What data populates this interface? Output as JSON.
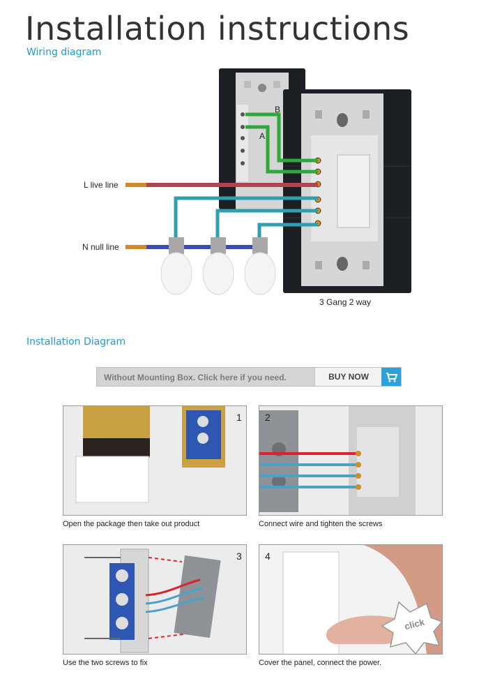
{
  "header": {
    "title": "Installation instructions",
    "subtitle": "Wiring diagram"
  },
  "wiring": {
    "live_label": "L live line",
    "null_label": "N null line",
    "wire_a": "A",
    "wire_b": "B",
    "caption": "3 Gang 2 way"
  },
  "install": {
    "section_title": "Installation Diagram"
  },
  "banner": {
    "text": "Without Mounting Box. Click here if you need.",
    "button": "BUY NOW",
    "icon": "cart-icon"
  },
  "steps": [
    {
      "number": "1",
      "caption": "Open the package then take out product"
    },
    {
      "number": "2",
      "caption": "Connect wire and tighten the screws"
    },
    {
      "number": "3",
      "caption": "Use the two screws to fix"
    },
    {
      "number": "4",
      "caption": "Cover the panel, connect the power.",
      "badge": "click"
    }
  ],
  "colors": {
    "accent": "#1a9ad6",
    "live_wire": "#b0454f",
    "null_wire": "#3a4db0",
    "link_wire": "#2f9fb0",
    "switch_wire": "#2ea83a"
  }
}
